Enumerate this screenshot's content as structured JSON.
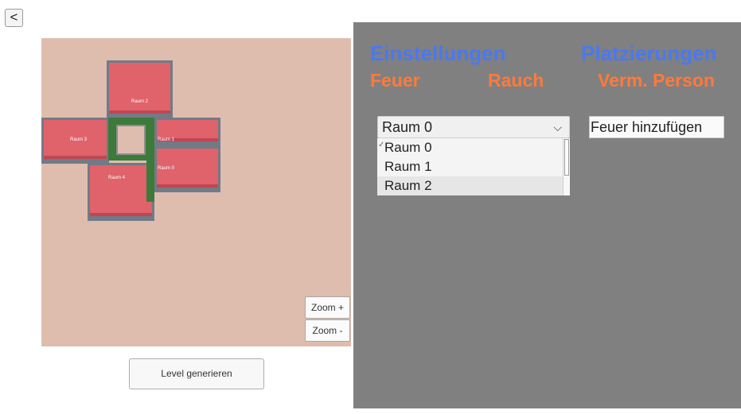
{
  "back_button": {
    "label": "<"
  },
  "map": {
    "rooms": [
      {
        "label": "Raum 2"
      },
      {
        "label": "Raum 3"
      },
      {
        "label": "Raum 1"
      },
      {
        "label": "Raum 0"
      },
      {
        "label": "Raum 4"
      }
    ],
    "zoom_in_label": "Zoom +",
    "zoom_out_label": "Zoom -"
  },
  "generate_button": {
    "label": "Level generieren"
  },
  "panel": {
    "tabs_top": [
      "Einstellungen",
      "Platzierungen"
    ],
    "tabs_sub": [
      "Feuer",
      "Rauch",
      "Verm. Person"
    ],
    "room_select": {
      "value": "Raum 0",
      "options": [
        "Raum 0",
        "Raum 1",
        "Raum 2"
      ],
      "checked_option": "Raum 0",
      "highlighted_option": "Raum 2"
    },
    "add_fire_button": "Feuer hinzufügen"
  },
  "colors": {
    "panel_bg": "#808080",
    "map_bg": "#dfbdae",
    "room_fill": "#e0626b",
    "corridor": "#3c7a3a",
    "tab_blue": "#4a78f0",
    "tab_orange": "#ff7a3a"
  },
  "icons": {
    "select_chevron": "chevron-down-icon",
    "option_check": "checkmark-icon"
  }
}
